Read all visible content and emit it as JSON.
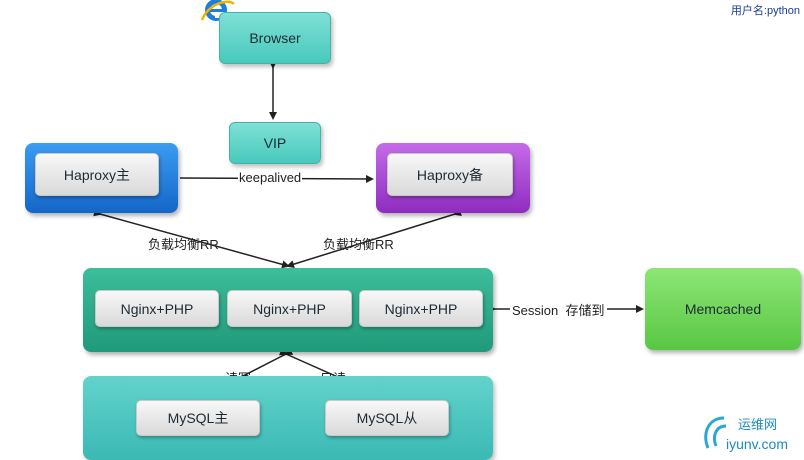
{
  "header": {
    "user_label": "用户名:python"
  },
  "nodes": {
    "browser": "Browser",
    "vip": "VIP",
    "haproxy_master": "Haproxy主",
    "haproxy_backup": "Haproxy备",
    "nginx_php": [
      "Nginx+PHP",
      "Nginx+PHP",
      "Nginx+PHP"
    ],
    "memcached": "Memcached",
    "mysql_master": "MySQL主",
    "mysql_slave": "MySQL从"
  },
  "edge_labels": {
    "keepalived": "keepalived",
    "lb_left": "负载均衡RR",
    "lb_right": "负载均衡RR",
    "session": "Session",
    "store_to": "存储到",
    "read_write": "读写",
    "read_only": "只读"
  },
  "watermark": {
    "name": "运维网",
    "site": "iyunv.com"
  },
  "colors": {
    "teal": "#48c9bd",
    "dark_teal": "#2aa084",
    "blue": "#1e7fe0",
    "purple": "#a23fd0",
    "green": "#6fd65a"
  }
}
